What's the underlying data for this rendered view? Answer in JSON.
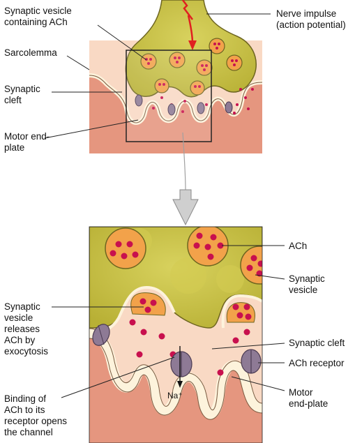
{
  "top_panel": {
    "labels": {
      "synaptic_vesicle": "Synaptic vesicle\ncontaining ACh",
      "sarcolemma": "Sarcolemma",
      "synaptic_cleft": "Synaptic\ncleft",
      "motor_end_plate": "Motor end-\nplate",
      "nerve_impulse": "Nerve impulse\n(action potential)"
    }
  },
  "bottom_panel": {
    "labels": {
      "vesicle_releases": "Synaptic\nvesicle\nreleases\nACh by\nexocytosis",
      "binding": "Binding of\nACh to its\nreceptor opens\nthe channel",
      "ach": "ACh",
      "synaptic_vesicle": "Synaptic\nvesicle",
      "synaptic_cleft": "Synaptic cleft",
      "ach_receptor": "ACh receptor",
      "motor_end_plate": "Motor\nend-plate"
    },
    "ion_label": "Na⁺"
  },
  "colors": {
    "axon_terminal": "#c9c24a",
    "muscle": "#e5967f",
    "cleft": "#f9d9c4",
    "membrane": "#fdf3dc",
    "vesicle": "#f2a24a",
    "ach": "#c8104e",
    "receptor": "#8e7a95",
    "impulse": "#e02020",
    "arrow": "#c8c8c8"
  }
}
